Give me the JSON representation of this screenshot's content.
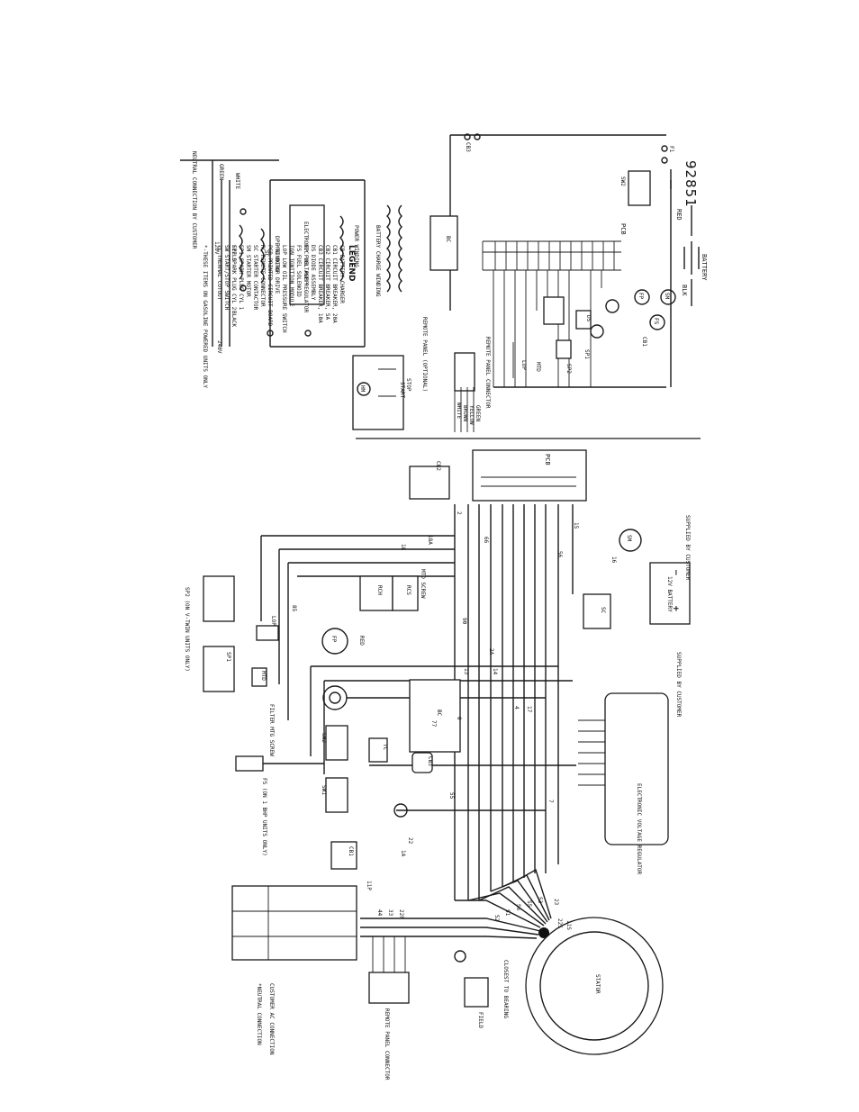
{
  "doc_number": "92851",
  "legend": {
    "title": "LEGEND",
    "items": [
      "CB  BATTERY CHARGER",
      "CB1 CIRCUIT BREAKER, 20A",
      "CB2 CIRCUIT BREAKER, 5A",
      "CB3 CIRCUIT BREAKER, 10A",
      "DS  DIODE ASSEMBLY",
      "FP  FUEL PUMP",
      "FS  FUEL SOLENOID",
      "IGN IGNITION MODULE",
      "LOP LOW OIL PRESSURE SWITCH",
      "MTD MOTOR DRIVE",
      "PCB PRINTED CIRCUIT BOARD",
      "RC  REMOTE CONNECTOR",
      "SC  STARTER CONTACTOR",
      "SM  STARTER MOTOR",
      "SP1 SPARK PLUG CYL 1",
      "SP2 SPARK PLUG CYL 2",
      "SW  START/STOP SWITCH",
      "TC  THERMAL CUTOUT"
    ],
    "footnote": "*-THESE ITEMS ON GASOLINE POWERED UNITS ONLY"
  },
  "schematic": {
    "battery": "BATTERY",
    "red": "RED",
    "blk": "BLK",
    "pcb": "PCB",
    "sc": "SC",
    "cb3": "CB3",
    "power_winding": "POWER WINDING",
    "battery_charge_winding": "BATTERY CHARGE WINDING",
    "regulator": "ELECTRONIC VOLTAGE REGULATOR",
    "dpe_winding": "DPE WINDING",
    "field": "FIELD",
    "v120": "120V",
    "v240": "240V",
    "black": "BLACK",
    "white": "WHITE",
    "green": "GREEN",
    "neutral": "NEUTRAL CONNECTION BY CUSTOMER",
    "remote_panel": "REMOTE PANEL (OPTIONAL)",
    "stop": "STOP",
    "start": "START",
    "remote_connector": "REMOTE PANEL CONNECTOR",
    "wire_white": "WHITE",
    "wire_brown": "BROWN",
    "wire_yellow": "YELLOW",
    "wire_green": "GREEN",
    "lop": "LOP",
    "mtd": "MTD",
    "sp1": "SP1",
    "sp2": "SP2"
  },
  "wiring": {
    "pcb": "PCB",
    "cb2": "CB2",
    "sm": "SM",
    "battery_12v": "12V BATTERY",
    "supplied_by_customer_1": "SUPPLIED BY CUSTOMER",
    "supplied_by_customer_2": "SUPPLIED BY CUSTOMER",
    "sc": "SC",
    "mtd_screw": "MTD SCREW",
    "rcs": "RCS",
    "rch": "RCH",
    "fp": "FP",
    "red": "RED",
    "bc": "BC",
    "regulator": "ELECTRONIC VOLTAGE REGULATOR",
    "sp2_note": "SP2 (ON V-TWIN UNITS ONLY)",
    "lop": "LOP",
    "sp1": "SP1",
    "mtd": "MTD",
    "filter_mtg": "FILTER MTG SCREW",
    "fs_note": "FS (ON 1 BHP UNITS ONLY)",
    "sw1": "SW1",
    "sw2": "SW2",
    "tc": "TC",
    "cb3": "CB3",
    "cb1": "CB1",
    "stator": "STATOR",
    "closest": "CLOSEST TO BEARING",
    "field": "FIELD",
    "remote_connector": "REMOTE PANEL CONNECTOR",
    "customer_note": "CUSTOMER AC CONNECTION",
    "neutral_note": "*NEUTRAL CONNECTION"
  },
  "wire_labels": [
    "15",
    "14",
    "13",
    "16",
    "56",
    "18",
    "18A",
    "85",
    "17",
    "4",
    "66",
    "0",
    "2",
    "2A",
    "22",
    "11P",
    "44",
    "33",
    "22P",
    "77",
    "55",
    "90",
    "1A",
    "S3",
    "S5",
    "S6",
    "S1",
    "S2",
    "7",
    "23",
    "22S",
    "11S"
  ]
}
